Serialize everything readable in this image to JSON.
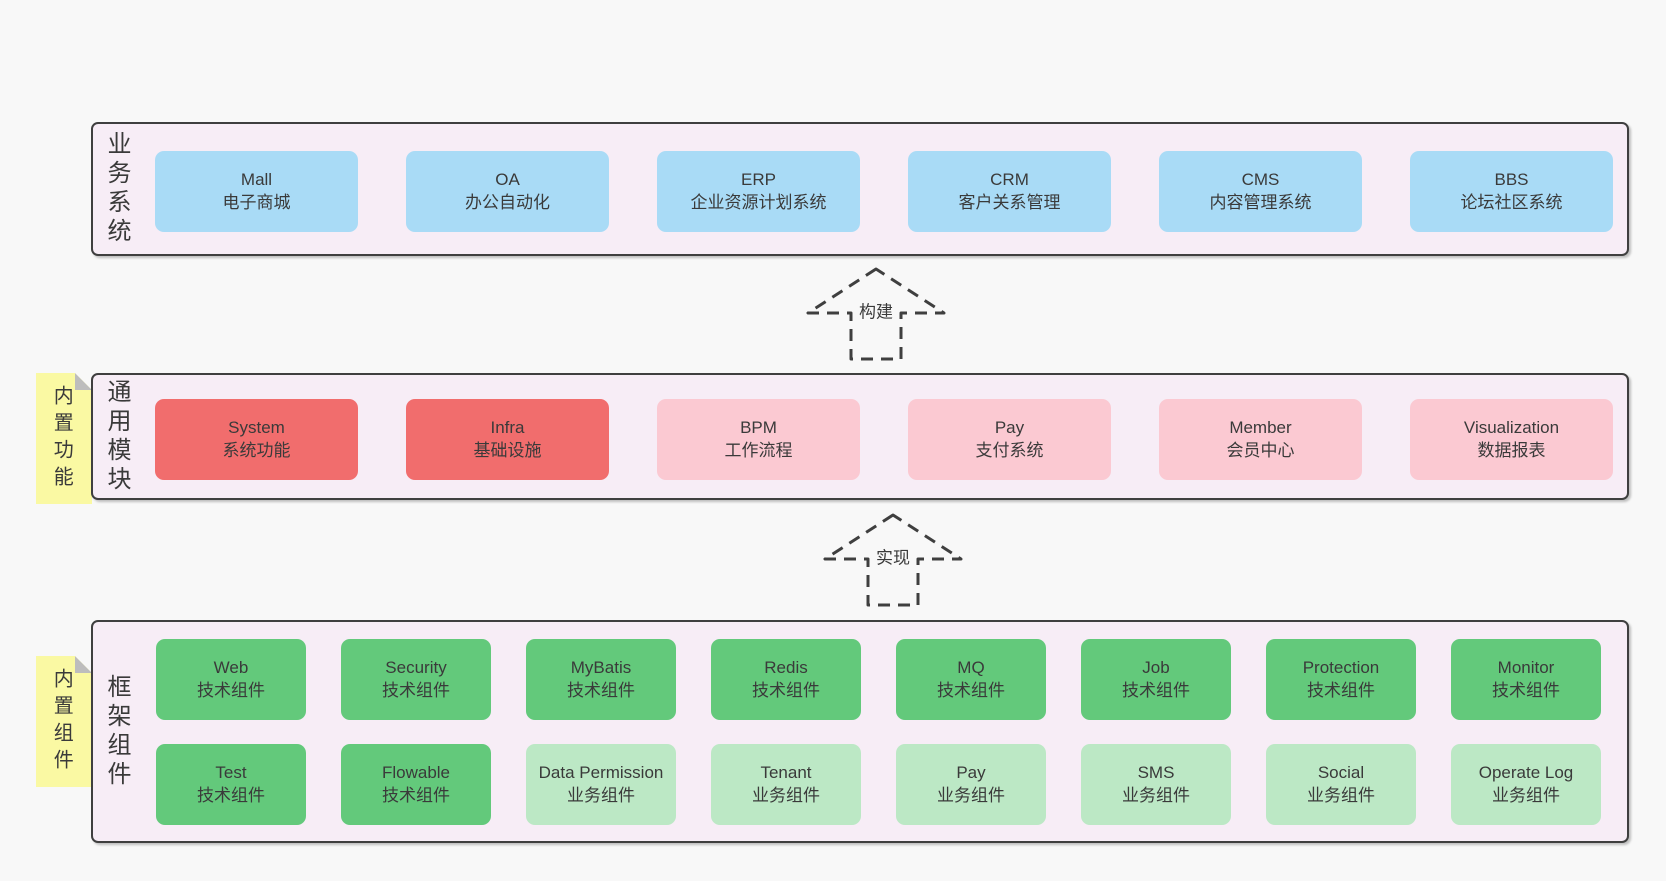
{
  "colors": {
    "page_bg": "#f8f8f8",
    "panel_bg": "#f7edf6",
    "panel_border": "#3f3f3f",
    "blue": "#a9dbf6",
    "red": "#f16d6d",
    "pink": "#fbc9d2",
    "green": "#63c97b",
    "light_green": "#bce8c5",
    "sticky_yellow": "#faf9a3",
    "sticky_fold": "#bdbdbd",
    "text": "#3a3a3a"
  },
  "sections": {
    "business": {
      "label": "业务系统",
      "boxes": [
        {
          "title": "Mall",
          "subtitle": "电子商城"
        },
        {
          "title": "OA",
          "subtitle": "办公自动化"
        },
        {
          "title": "ERP",
          "subtitle": "企业资源计划系统"
        },
        {
          "title": "CRM",
          "subtitle": "客户关系管理"
        },
        {
          "title": "CMS",
          "subtitle": "内容管理系统"
        },
        {
          "title": "BBS",
          "subtitle": "论坛社区系统"
        }
      ]
    },
    "modules": {
      "label": "通用模块",
      "sticky": "内置功能",
      "boxes": [
        {
          "title": "System",
          "subtitle": "系统功能"
        },
        {
          "title": "Infra",
          "subtitle": "基础设施"
        },
        {
          "title": "BPM",
          "subtitle": "工作流程"
        },
        {
          "title": "Pay",
          "subtitle": "支付系统"
        },
        {
          "title": "Member",
          "subtitle": "会员中心"
        },
        {
          "title": "Visualization",
          "subtitle": "数据报表"
        }
      ]
    },
    "components": {
      "label": "框架组件",
      "sticky": "内置组件",
      "row1": [
        {
          "title": "Web",
          "subtitle": "技术组件"
        },
        {
          "title": "Security",
          "subtitle": "技术组件"
        },
        {
          "title": "MyBatis",
          "subtitle": "技术组件"
        },
        {
          "title": "Redis",
          "subtitle": "技术组件"
        },
        {
          "title": "MQ",
          "subtitle": "技术组件"
        },
        {
          "title": "Job",
          "subtitle": "技术组件"
        },
        {
          "title": "Protection",
          "subtitle": "技术组件"
        },
        {
          "title": "Monitor",
          "subtitle": "技术组件"
        }
      ],
      "row2": [
        {
          "title": "Test",
          "subtitle": "技术组件"
        },
        {
          "title": "Flowable",
          "subtitle": "技术组件"
        },
        {
          "title": "Data Permission",
          "subtitle": "业务组件"
        },
        {
          "title": "Tenant",
          "subtitle": "业务组件"
        },
        {
          "title": "Pay",
          "subtitle": "业务组件"
        },
        {
          "title": "SMS",
          "subtitle": "业务组件"
        },
        {
          "title": "Social",
          "subtitle": "业务组件"
        },
        {
          "title": "Operate Log",
          "subtitle": "业务组件"
        }
      ]
    }
  },
  "arrows": {
    "build": "构建",
    "implement": "实现"
  }
}
